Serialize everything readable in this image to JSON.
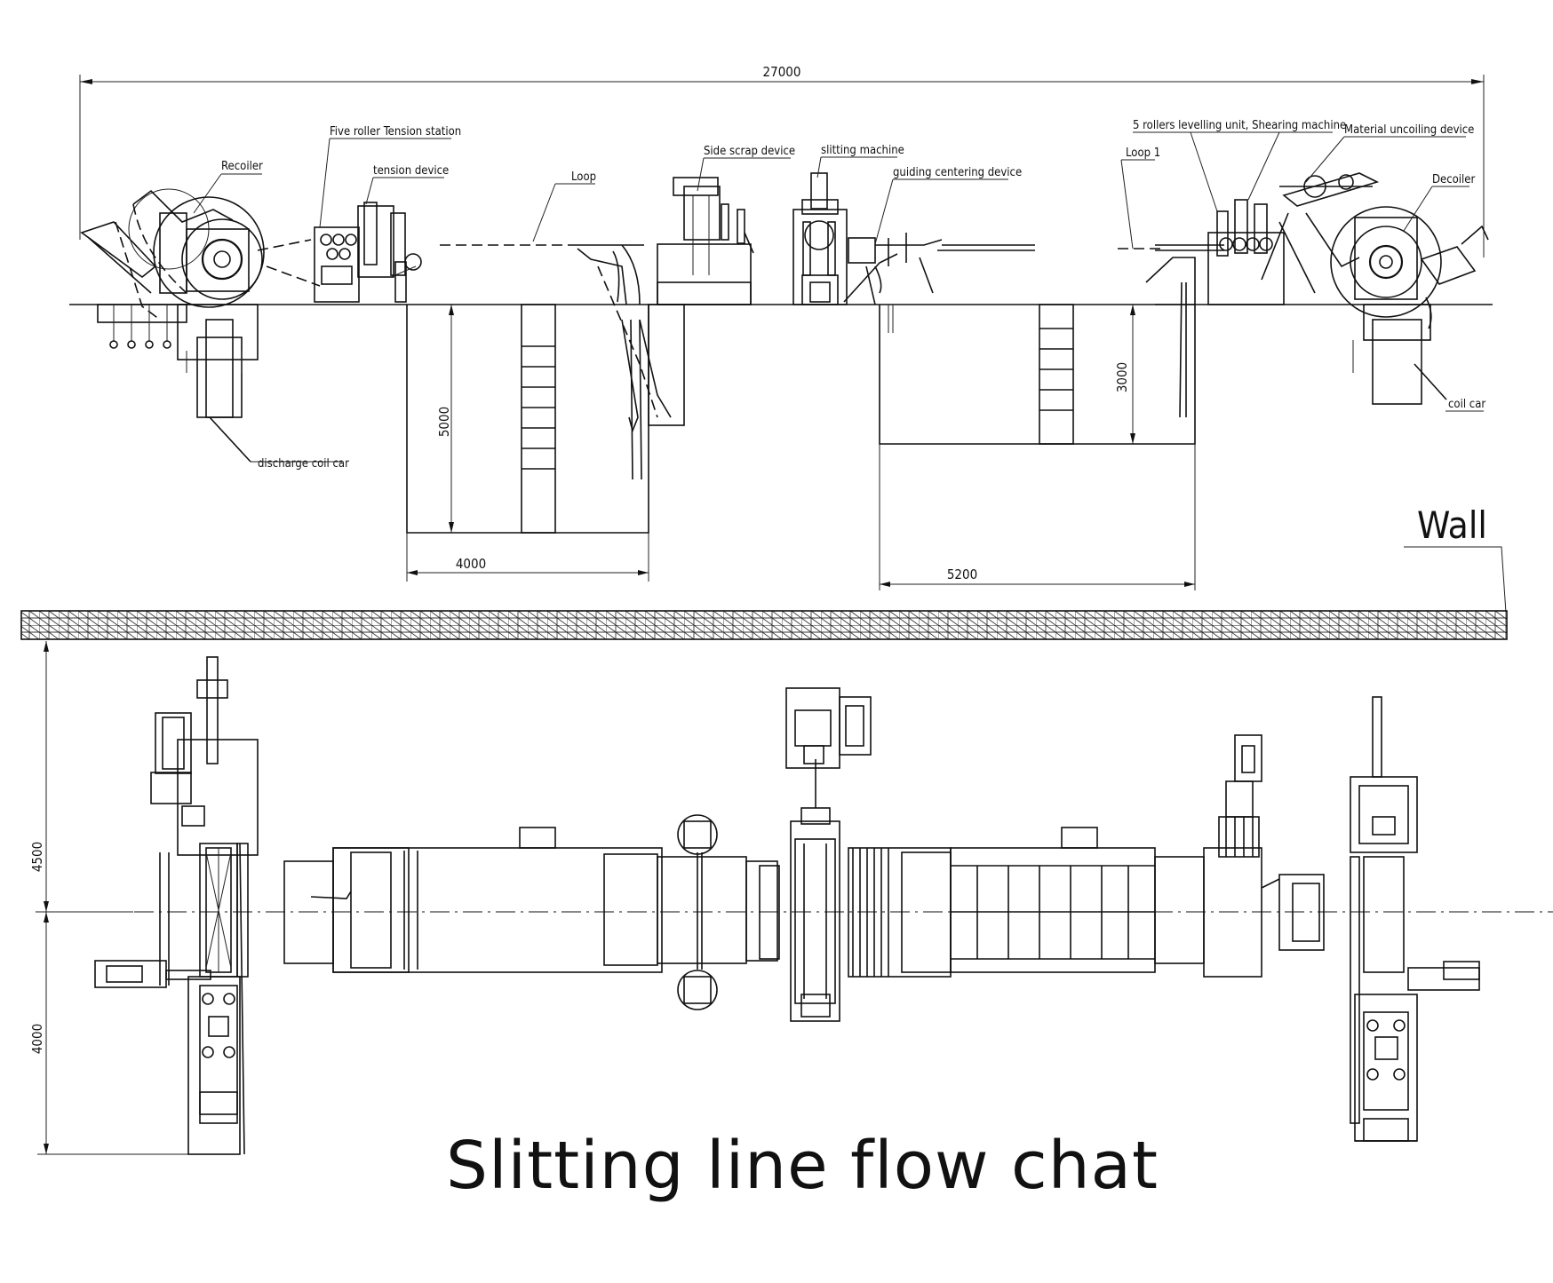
{
  "title": "Slitting line flow chat",
  "dimensions": {
    "overall_length": "27000",
    "pit1_depth": "5000",
    "pit1_width": "4000",
    "pit2_depth": "3000",
    "pit2_width": "5200",
    "plan_upper": "4500",
    "plan_lower": "4000"
  },
  "labels": {
    "five_roller_tension": "Five roller Tension station",
    "recoiler": "Recoiler",
    "tension_device": "tension device",
    "loop": "Loop",
    "side_scrap": "Side scrap device",
    "slitting_machine": "slitting machine",
    "guiding_centering": "guiding centering device",
    "loop1": "Loop 1",
    "levelling_shearing": "5 rollers levelling unit, Shearing machine",
    "material_uncoiling": "Material uncoiling device",
    "decoiler": "Decoiler",
    "coil_car": "coil car",
    "discharge_coil_car": "discharge coil car",
    "wall": "Wall"
  }
}
